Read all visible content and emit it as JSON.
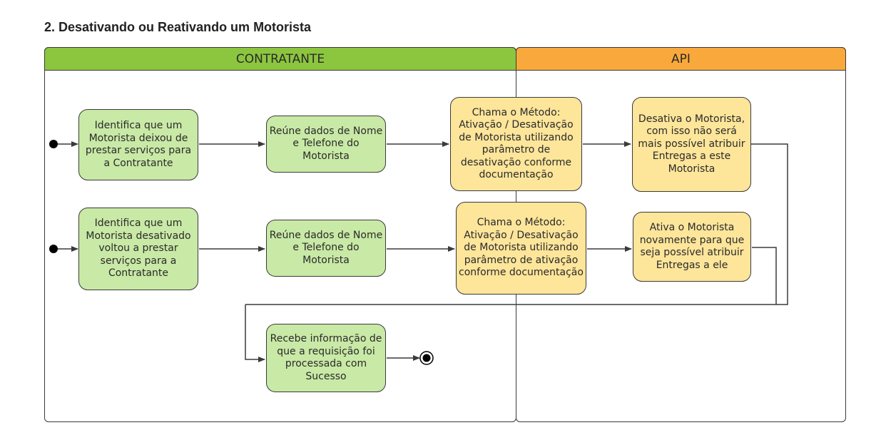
{
  "title": "2. Desativando ou Reativando um Motorista",
  "lanes": {
    "contratante": "CONTRATANTE",
    "api": "API"
  },
  "nodes": {
    "identifica_deixou": "Identifica que um Motorista deixou de prestar serviços para a Contratante",
    "reune_1": "Reúne dados de Nome e Telefone do Motorista",
    "chama_desativacao": "Chama o Método: Ativação / Desativação de Motorista utilizando parâmetro de desativação conforme documentação",
    "desativa": "Desativa o Motorista, com isso não será mais possível atribuir Entregas a este Motorista",
    "identifica_voltou": "Identifica que um Motorista desativado voltou a prestar serviços para a Contratante",
    "reune_2": "Reúne dados de Nome e Telefone do Motorista",
    "chama_ativacao": "Chama o Método: Ativação / Desativação de Motorista utilizando parâmetro de ativação conforme documentação",
    "ativa": "Ativa o Motorista novamente para que seja possível atribuir Entregas a ele",
    "recebe": "Recebe informação de que a requisição foi processada com Sucesso"
  },
  "colors": {
    "contratante_header": "#8cc63f",
    "api_header": "#f9a93c",
    "green_box": "#c9e9a6",
    "yellow_box": "#fde59a",
    "line": "#3a3a3a"
  }
}
